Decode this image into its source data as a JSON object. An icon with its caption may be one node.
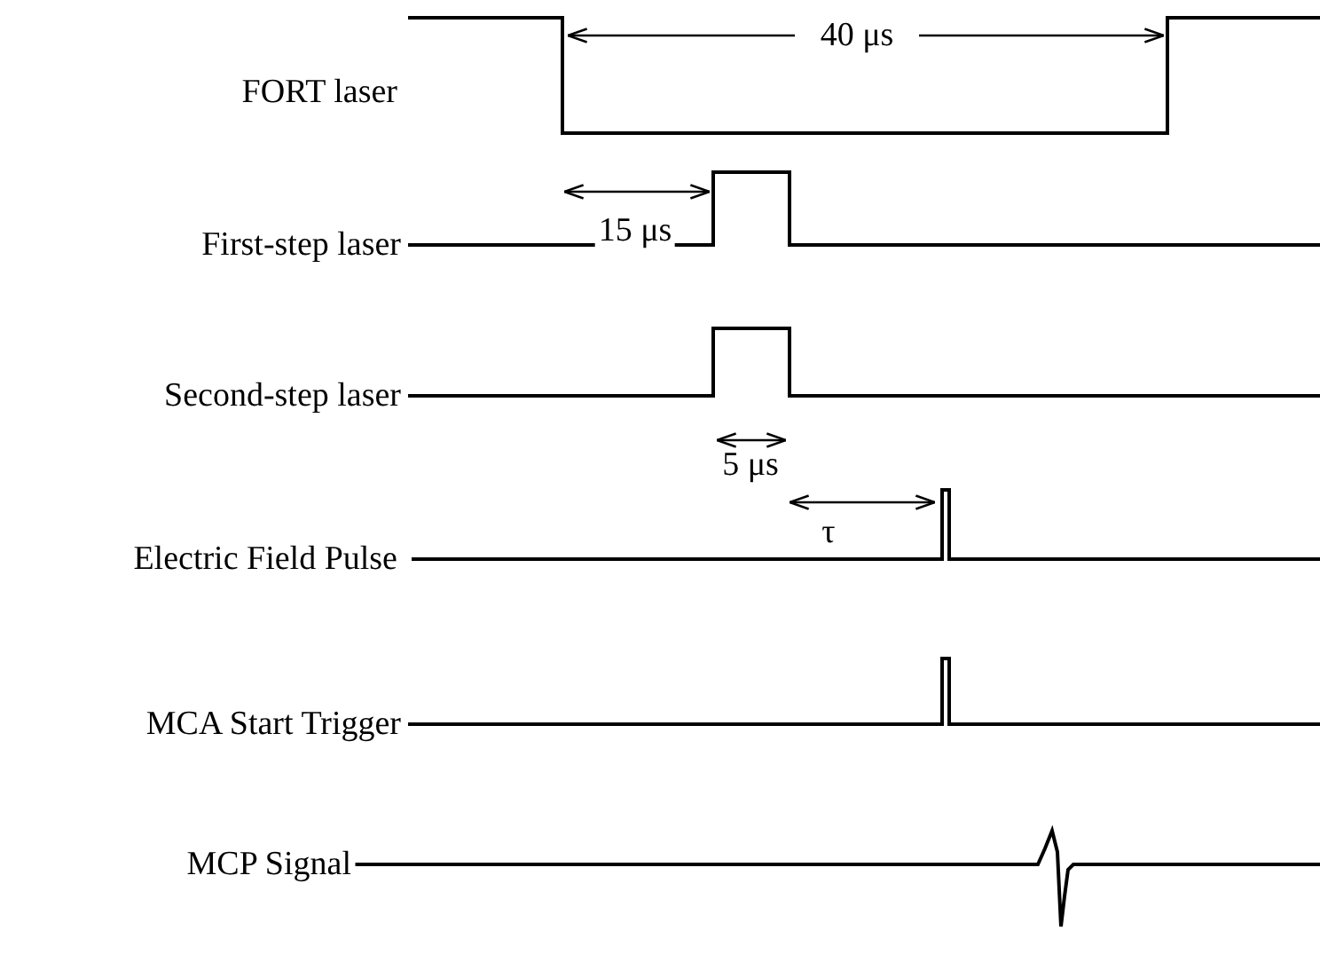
{
  "diagram": {
    "labels": [
      "40 μs",
      "FORT laser",
      "15 μs",
      "First-step laser",
      "Second-step laser",
      "5 μs",
      "τ",
      "Electric Field Pulse",
      "MCA Start Trigger",
      "MCP Signal"
    ]
  }
}
